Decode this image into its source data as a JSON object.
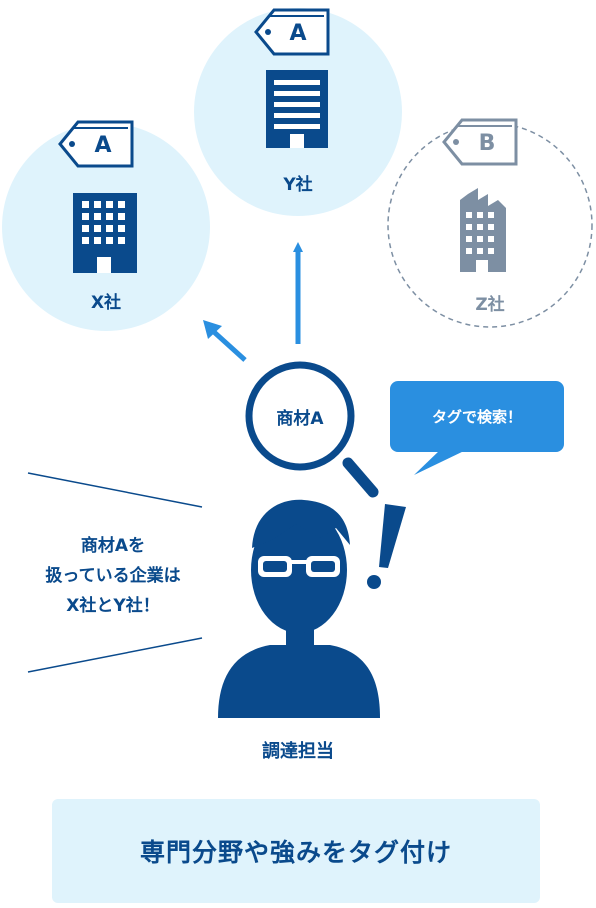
{
  "colors": {
    "dark_blue": "#0a4a8c",
    "light_blue_bg": "#dff3fc",
    "accent_blue": "#2a8fe0",
    "gray": "#7d8fa3"
  },
  "companies": [
    {
      "name": "X社",
      "tag": "A",
      "icon": "office-building-icon"
    },
    {
      "name": "Y社",
      "tag": "A",
      "icon": "office-building-icon"
    },
    {
      "name": "Z社",
      "tag": "B",
      "icon": "office-building-icon"
    }
  ],
  "search": {
    "magnifier_label": "商材A",
    "bubble": "タグで検索！"
  },
  "thought": {
    "lines": [
      "商材Aを",
      "扱っている企業は",
      "X社とY社！"
    ]
  },
  "person": {
    "role": "調達担当"
  },
  "banner": {
    "text": "専門分野や強みをタグ付け"
  }
}
